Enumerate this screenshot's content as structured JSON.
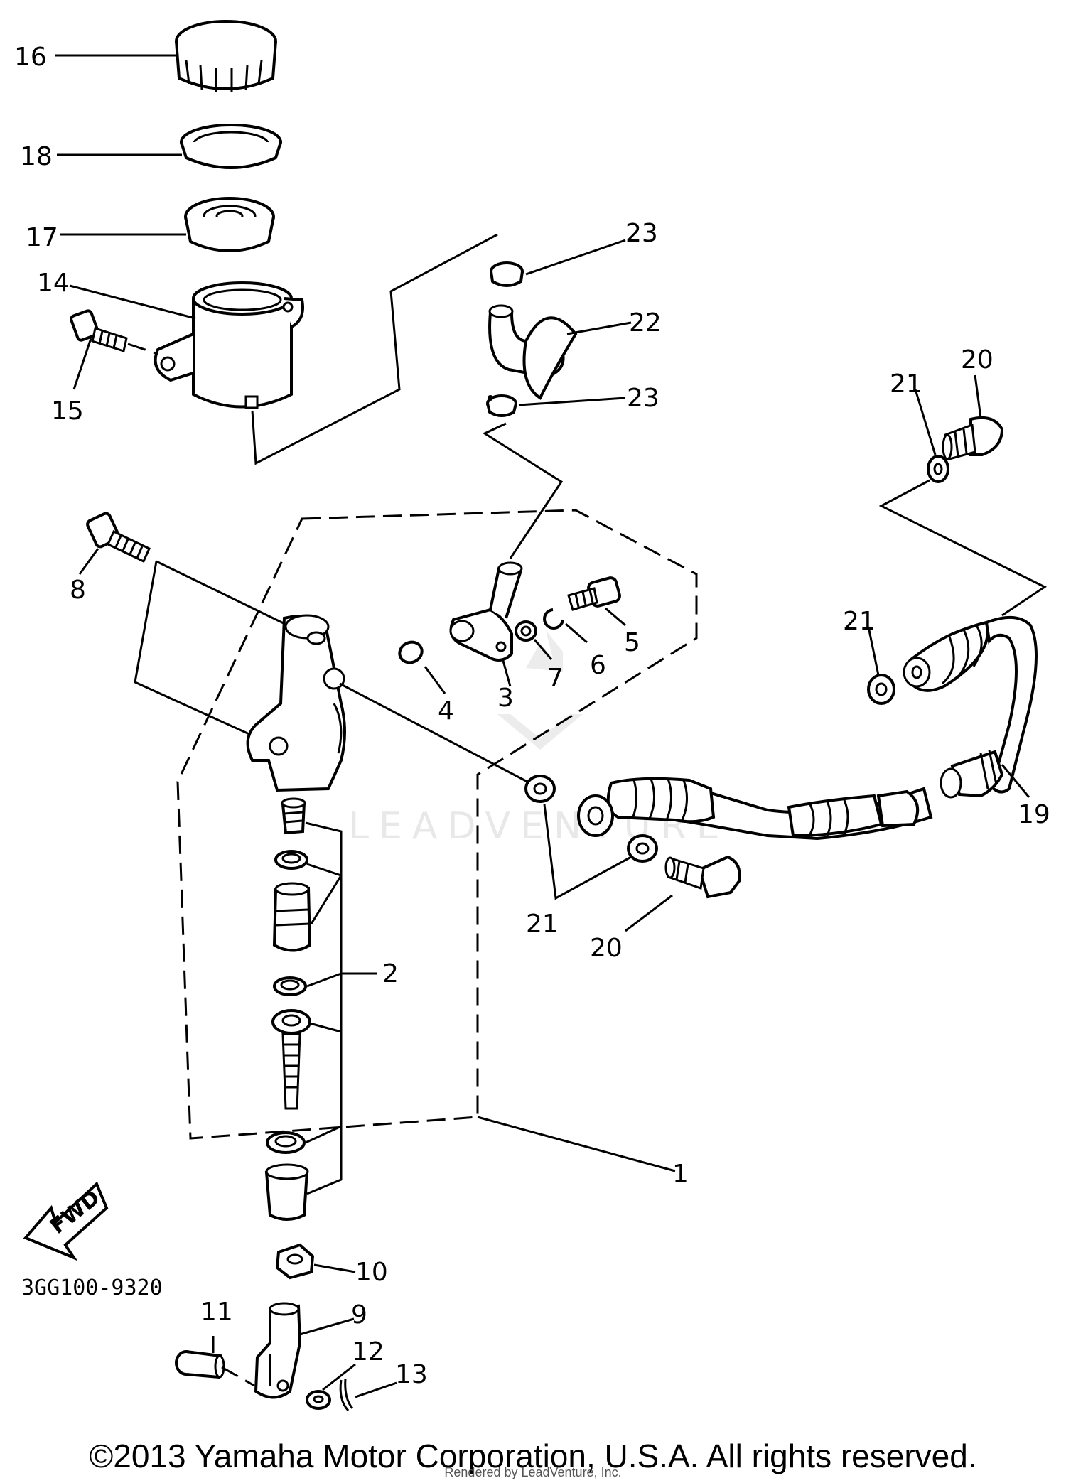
{
  "diagram_code": "3GG100-9320",
  "fwd_label": "FWD",
  "watermark": "LEADVENTURE",
  "copyright": "©2013 Yamaha Motor Corporation, U.S.A. All rights reserved.",
  "rendered_by": "Rendered by LeadVenture, Inc.",
  "callouts": {
    "c1": "1",
    "c2": "2",
    "c3": "3",
    "c4": "4",
    "c5": "5",
    "c6": "6",
    "c7": "7",
    "c8": "8",
    "c9": "9",
    "c10": "10",
    "c11": "11",
    "c12": "12",
    "c13": "13",
    "c14": "14",
    "c15": "15",
    "c16": "16",
    "c17": "17",
    "c18": "18",
    "c19": "19",
    "c20a": "20",
    "c20b": "20",
    "c21a": "21",
    "c21b": "21",
    "c21c": "21",
    "c22": "22",
    "c23a": "23",
    "c23b": "23"
  }
}
